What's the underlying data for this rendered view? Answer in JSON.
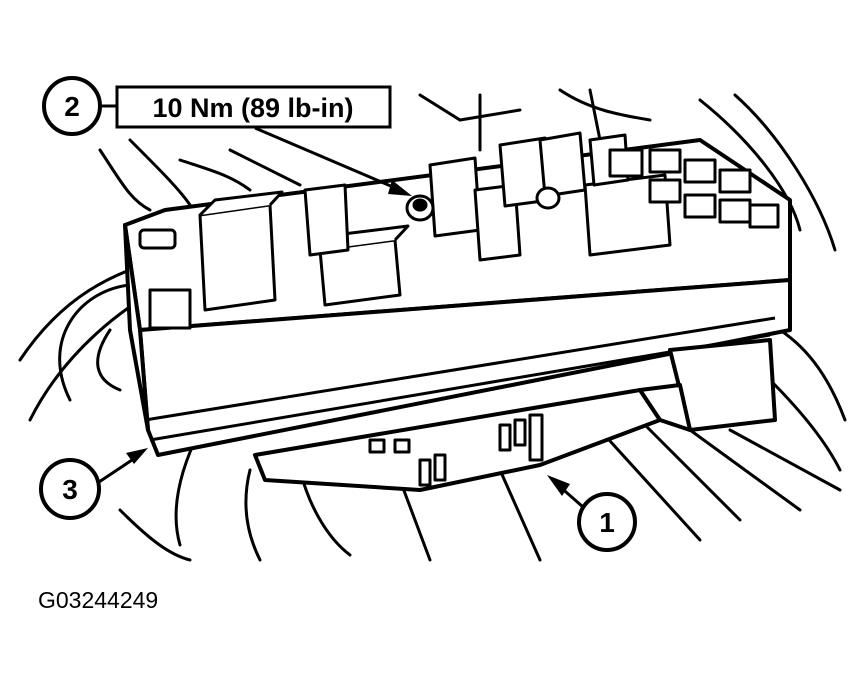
{
  "callouts": [
    {
      "number": "2",
      "label": "10 Nm (89 lb-in)"
    },
    {
      "number": "3",
      "label": ""
    },
    {
      "number": "1",
      "label": ""
    }
  ],
  "figure_id": "G03244249"
}
